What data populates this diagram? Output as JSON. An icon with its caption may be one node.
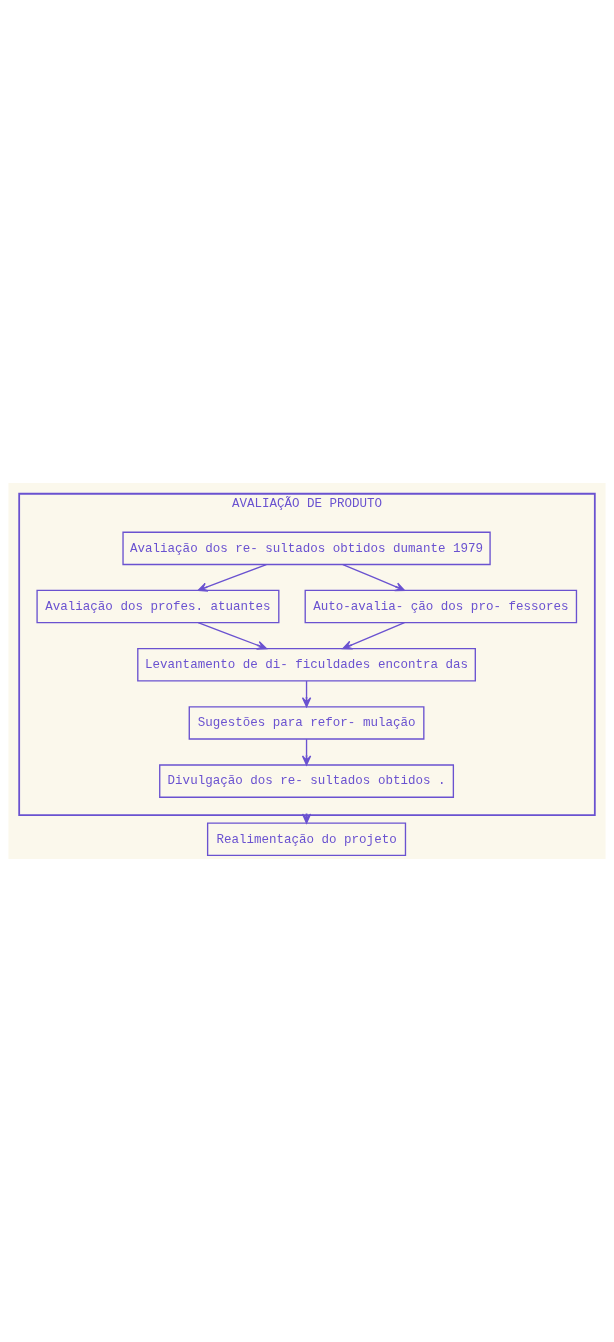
{
  "diagram": {
    "nodes": [
      {
        "text": [
          "AVALIAÇÃO DE PRODUTO"
        ]
      },
      {
        "text": [
          "Avaliação dos re- sultados obtidos dumante 1979"
        ],
        "in": 0
      },
      {
        "text": [
          "Avaliação dos profes. atuantes"
        ],
        "in": 0
      },
      {
        "text": [
          "Auto-avalia- ção dos pro- fessores"
        ],
        "in": 0
      },
      {
        "text": [
          "Levantamento de di- ficuldades encontra das"
        ],
        "in": 0
      },
      {
        "text": [
          "Sugestões para refor- mulação"
        ],
        "in": 0
      },
      {
        "text": [
          "Divulgação dos re- sultados obtidos ."
        ],
        "in": 0
      },
      {
        "text": [
          "Realimentação do projeto"
        ]
      }
    ],
    "edges": [
      {
        "from": 1,
        "to": 2,
        "arrow": "to"
      },
      {
        "from": 1,
        "to": 3,
        "arrow": "to"
      },
      {
        "from": 2,
        "to": 4,
        "arrow": "to"
      },
      {
        "from": 3,
        "to": 4,
        "arrow": "to"
      },
      {
        "from": 4,
        "to": 5,
        "arrow": "to"
      },
      {
        "from": 5,
        "to": 6,
        "arrow": "to"
      },
      {
        "from": 0,
        "to": 7,
        "arrow": "to"
      }
    ]
  }
}
